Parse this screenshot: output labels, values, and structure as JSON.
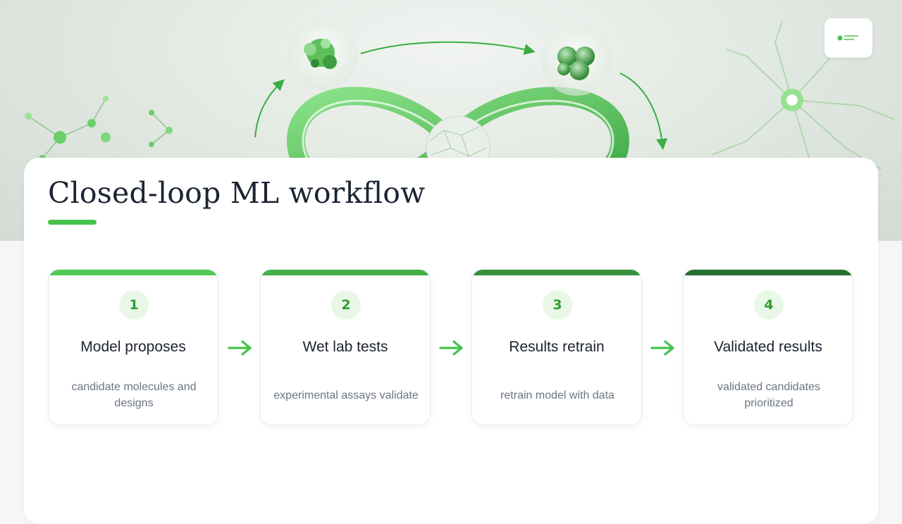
{
  "slide": {
    "title": "Closed-loop ML workflow",
    "accent_color": "#45c24a"
  },
  "hero": {
    "icons": [
      "protein-structure-icon",
      "cell-cluster-icon",
      "neuron-icon",
      "molecule-network-icon",
      "brain-globe-icon"
    ]
  },
  "logo": {
    "icon": "logo-mark-icon"
  },
  "steps": [
    {
      "number": "1",
      "title": "Model proposes",
      "description": "candidate molecules and designs",
      "bar_color": "#52c956"
    },
    {
      "number": "2",
      "title": "Wet lab tests",
      "description": "experimental assays validate",
      "bar_color": "#43b048"
    },
    {
      "number": "3",
      "title": "Results retrain",
      "description": "retrain model with data",
      "bar_color": "#35913a"
    },
    {
      "number": "4",
      "title": "Validated results",
      "description": "validated candidates prioritized",
      "bar_color": "#276f2c"
    }
  ],
  "connector_icon": "arrow-right-icon"
}
